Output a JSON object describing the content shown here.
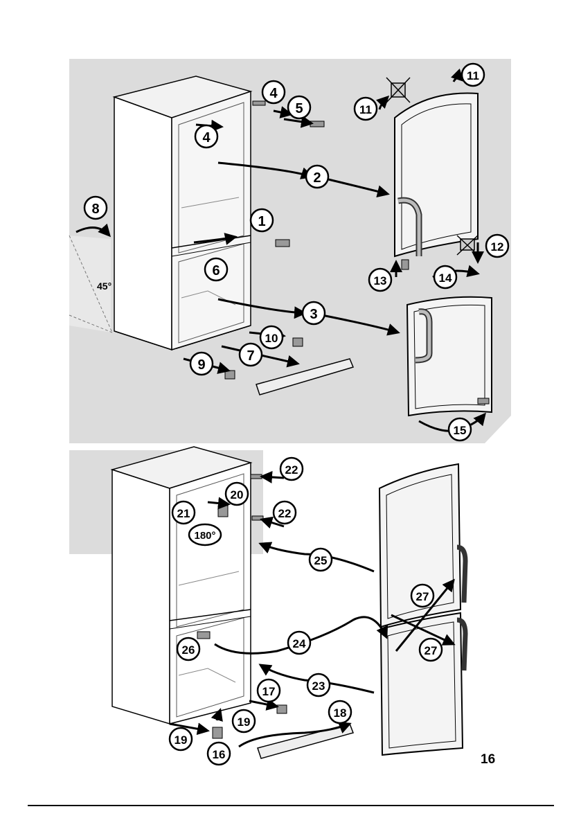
{
  "page_number": "16",
  "angle_label": "45°",
  "rotation_label": "180°",
  "callouts": [
    "1",
    "2",
    "3",
    "4",
    "4",
    "5",
    "6",
    "7",
    "8",
    "9",
    "10",
    "11",
    "11",
    "12",
    "13",
    "14",
    "15",
    "16",
    "17",
    "18",
    "19",
    "19",
    "20",
    "21",
    "22",
    "22",
    "23",
    "24",
    "25",
    "26",
    "27",
    "27"
  ]
}
